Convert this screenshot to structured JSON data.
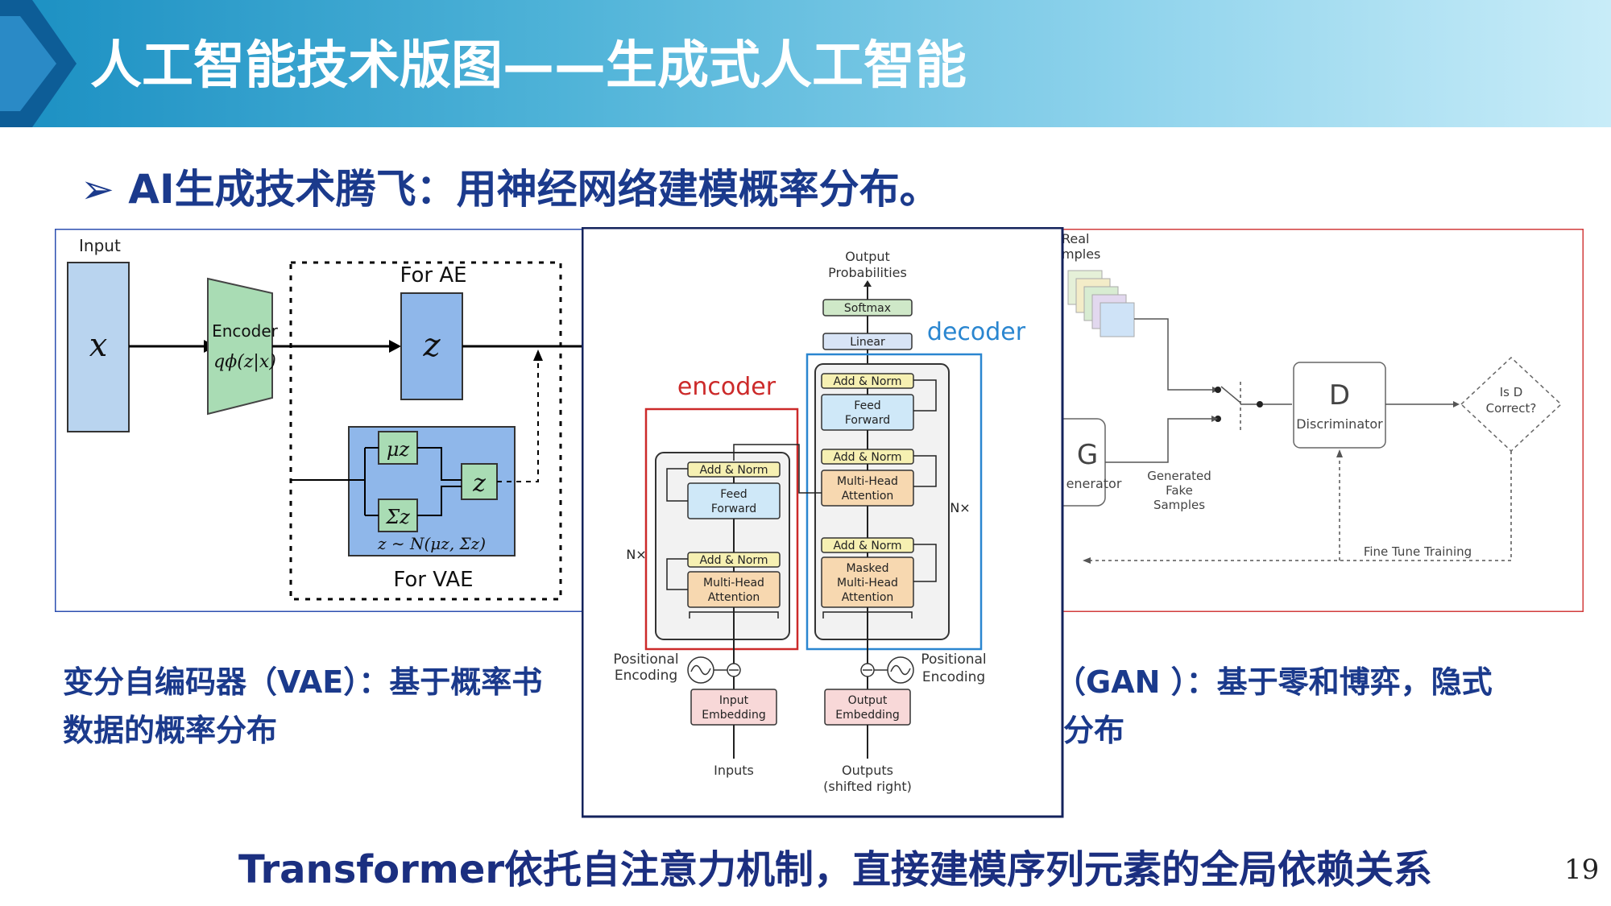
{
  "slide": {
    "title": "人工智能技术版图——生成式人工智能",
    "bullet": "➢ AI生成技术腾飞：用神经网络建模概率分布。",
    "vae_caption_line1": "变分自编码器（VAE）：基于概率书",
    "vae_caption_line2": "数据的概率分布",
    "gan_caption_line1": "（GAN ）：基于零和博弈，隐式",
    "gan_caption_line2": "分布",
    "bottom_caption": "Transformer依托自注意力机制，直接建模序列元素的全局依赖关系",
    "page_number": "19"
  },
  "vae": {
    "input_label": "Input",
    "x": "x",
    "encoder": "Encoder",
    "q": "qϕ(z|x)",
    "for_ae": "For AE",
    "z": "z",
    "mu": "μz",
    "sigma": "Σz",
    "z2": "z",
    "dist": "z ∼ N(μz, Σz)",
    "for_vae": "For VAE"
  },
  "transformer": {
    "output_probs_1": "Output",
    "output_probs_2": "Probabilities",
    "softmax": "Softmax",
    "linear": "Linear",
    "decoder_label": "decoder",
    "encoder_label": "encoder",
    "add_norm": "Add & Norm",
    "feed_forward_1": "Feed",
    "feed_forward_2": "Forward",
    "mha_1": "Multi-Head",
    "mha_2": "Attention",
    "masked": "Masked",
    "nx": "N×",
    "pos_enc_1": "Positional",
    "pos_enc_2": "Encoding",
    "input_emb_1": "Input",
    "input_emb_2": "Embedding",
    "output_emb_1": "Output",
    "output_emb_2": "Embedding",
    "inputs": "Inputs",
    "outputs_1": "Outputs",
    "outputs_2": "(shifted right)"
  },
  "gan": {
    "real_1": "Real",
    "real_2": "mples",
    "d": "D",
    "discriminator": "Discriminator",
    "is_d_1": "Is D",
    "is_d_2": "Correct?",
    "g": "G",
    "generator": "enerator",
    "gen_1": "Generated",
    "gen_2": "Fake",
    "gen_3": "Samples",
    "fine_tune": "Fine Tune Training"
  }
}
